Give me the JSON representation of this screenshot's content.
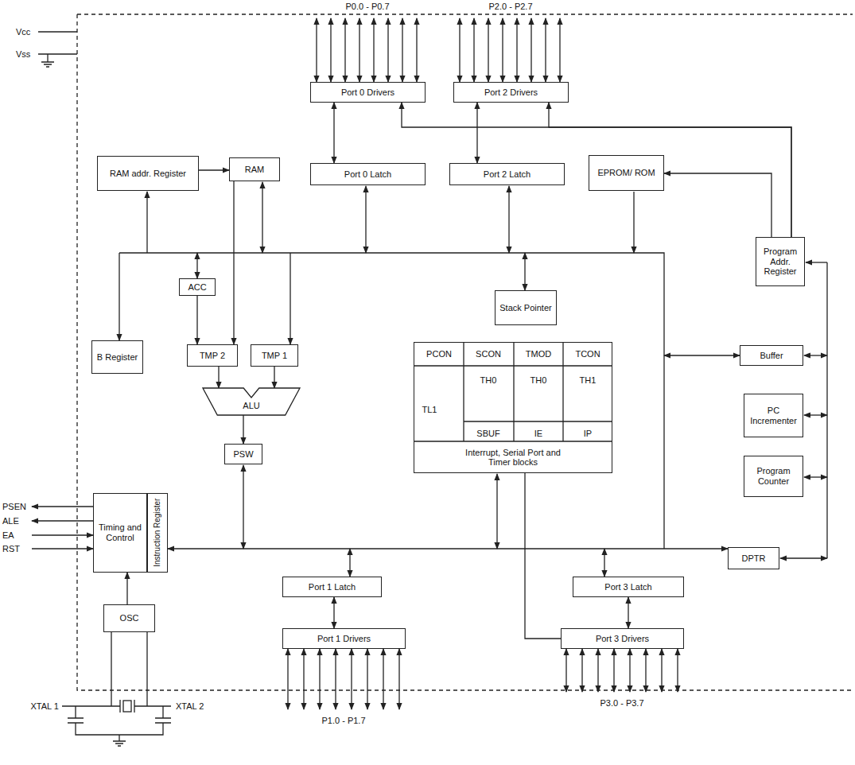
{
  "diagram": {
    "nodes": [
      {
        "text": [
          "Port 0 Drivers"
        ]
      },
      {
        "text": [
          "Port 2 Drivers"
        ]
      },
      {
        "text": [
          "RAM addr. Register"
        ]
      },
      {
        "text": [
          "RAM"
        ]
      },
      {
        "text": [
          "Port 0 Latch"
        ]
      },
      {
        "text": [
          "Port 2 Latch"
        ]
      },
      {
        "text": [
          "EPROM/ ROM"
        ]
      },
      {
        "text": [
          "Stack Pointer"
        ]
      },
      {
        "text": [
          "Program Addr. Register"
        ]
      },
      {
        "text": [
          "ACC"
        ]
      },
      {
        "text": [
          "B Register"
        ]
      },
      {
        "text": [
          "TMP 2"
        ]
      },
      {
        "text": [
          "TMP 1"
        ]
      },
      {
        "text": [
          "Interrupt, Serial Port and Timer blocks"
        ]
      },
      {
        "text": [
          "Buffer"
        ]
      },
      {
        "text": [
          "ALU"
        ]
      },
      {
        "text": [
          "PC Incrementer"
        ]
      },
      {
        "text": [
          "PSW"
        ]
      },
      {
        "text": [
          "Program Counter"
        ]
      },
      {
        "text": [
          "Timing and Control"
        ]
      },
      {
        "text": [
          "Instruction Register"
        ]
      },
      {
        "text": [
          "DPTR"
        ]
      },
      {
        "text": [
          "Port 1 Latch"
        ]
      },
      {
        "text": [
          "Port 3 Latch"
        ]
      },
      {
        "text": [
          "OSC"
        ]
      },
      {
        "text": [
          "Port 1 Drivers"
        ]
      },
      {
        "text": [
          "Port 3 Drivers"
        ]
      }
    ],
    "edges": [
      {
        "from": 4,
        "to": 0,
        "arrow": "both"
      },
      {
        "from": 5,
        "to": 1,
        "arrow": "both"
      },
      {
        "from": 2,
        "to": 3,
        "arrow": "to"
      },
      {
        "from": 9,
        "to": 11,
        "arrow": "to"
      },
      {
        "from": 3,
        "to": 11,
        "arrow": "to"
      },
      {
        "from": 11,
        "to": 15,
        "arrow": "to"
      },
      {
        "from": 12,
        "to": 15,
        "arrow": "to"
      },
      {
        "from": 15,
        "to": 17,
        "arrow": "to"
      },
      {
        "from": 24,
        "to": 19,
        "arrow": "to"
      },
      {
        "from": 22,
        "to": 25,
        "arrow": "both"
      },
      {
        "from": 23,
        "to": 26,
        "arrow": "both"
      },
      {
        "from": 8,
        "to": 6,
        "arrow": "to"
      },
      {
        "from": 8,
        "to": 1,
        "arrow": "to"
      },
      {
        "from": 8,
        "to": 0,
        "arrow": "to"
      },
      {
        "from": 13,
        "to": 26,
        "arrow": "none"
      }
    ],
    "labels": [
      "P0.0 - P0.7",
      "P2.0 - P2.7",
      "Vcc",
      "Vss",
      "PCON",
      "SCON",
      "TMOD",
      "TCON",
      "TH0",
      "TH0",
      "TH1",
      "TL1",
      "SBUF",
      "IE",
      "IP",
      "PSEN",
      "ALE",
      "EA",
      "RST",
      "XTAL 1",
      "XTAL 2",
      "P1.0 - P1.7",
      "P3.0 - P3.7"
    ]
  }
}
